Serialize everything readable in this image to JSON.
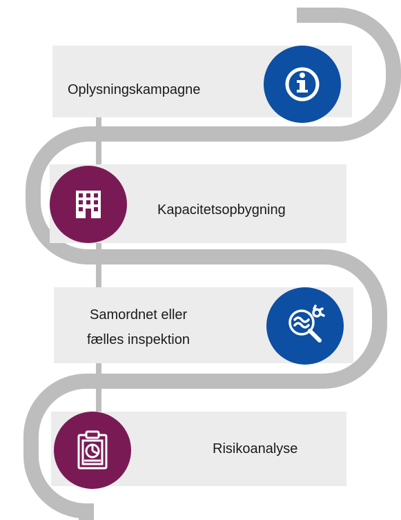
{
  "steps": [
    {
      "label": "Oplysningskampagne",
      "icon": "info-icon",
      "color": "#0d4fa3"
    },
    {
      "label": "Kapacitetsopbygning",
      "icon": "building-icon",
      "color": "#7a1a55"
    },
    {
      "label_lines": [
        "Samordnet eller",
        "fælles inspektion"
      ],
      "icon": "magnifier-icon",
      "color": "#0d4fa3"
    },
    {
      "label": "Risikoanalyse",
      "icon": "clipboard-chart-icon",
      "color": "#7a1a55"
    }
  ],
  "colors": {
    "track": "#bdbdbd",
    "box": "#ececec",
    "blue": "#0d4fa3",
    "purple": "#7a1a55"
  }
}
